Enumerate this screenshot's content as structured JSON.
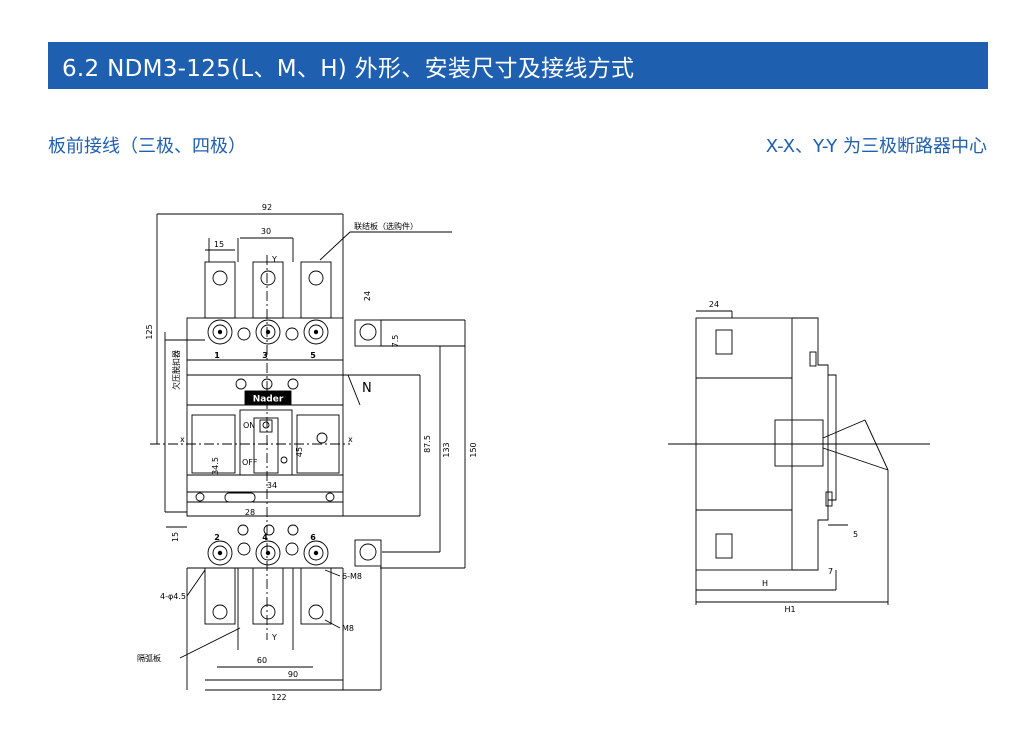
{
  "header": {
    "title": "6.2 NDM3-125(L、M、H) 外形、安装尺寸及接线方式"
  },
  "subtitles": {
    "left": "板前接线（三极、四极）",
    "right": "X-X、Y-Y 为三极断路器中心"
  },
  "front_view": {
    "dims": {
      "d92": "92",
      "d30": "30",
      "d15_top": "15",
      "d24": "24",
      "d125": "125",
      "d7_5": "7.5",
      "d87_5": "87.5",
      "d133": "133",
      "d150": "150",
      "d34_5": "34.5",
      "d45": "45",
      "d34": "34",
      "d28": "28",
      "d15_bot": "15",
      "d60": "60",
      "d90": "90",
      "d122": "122"
    },
    "labels": {
      "linkage": "联结板（选购件）",
      "undervoltage": "欠压脱扣器",
      "arc_plate": "隔弧板",
      "hole": "4-φ4.5",
      "screw6": "6-M8",
      "m8": "M8",
      "y_top": "Y",
      "y_bot": "Y",
      "x_left": "x",
      "x_right": "x",
      "n": "N",
      "on": "ON",
      "off": "OFF",
      "brand": "Nader",
      "t1": "1",
      "t3": "3",
      "t5": "5",
      "t2": "2",
      "t4": "4",
      "t6": "6"
    }
  },
  "side_view": {
    "dims": {
      "d24": "24",
      "d5": "5",
      "d7": "7",
      "h": "H",
      "h1": "H1"
    }
  }
}
